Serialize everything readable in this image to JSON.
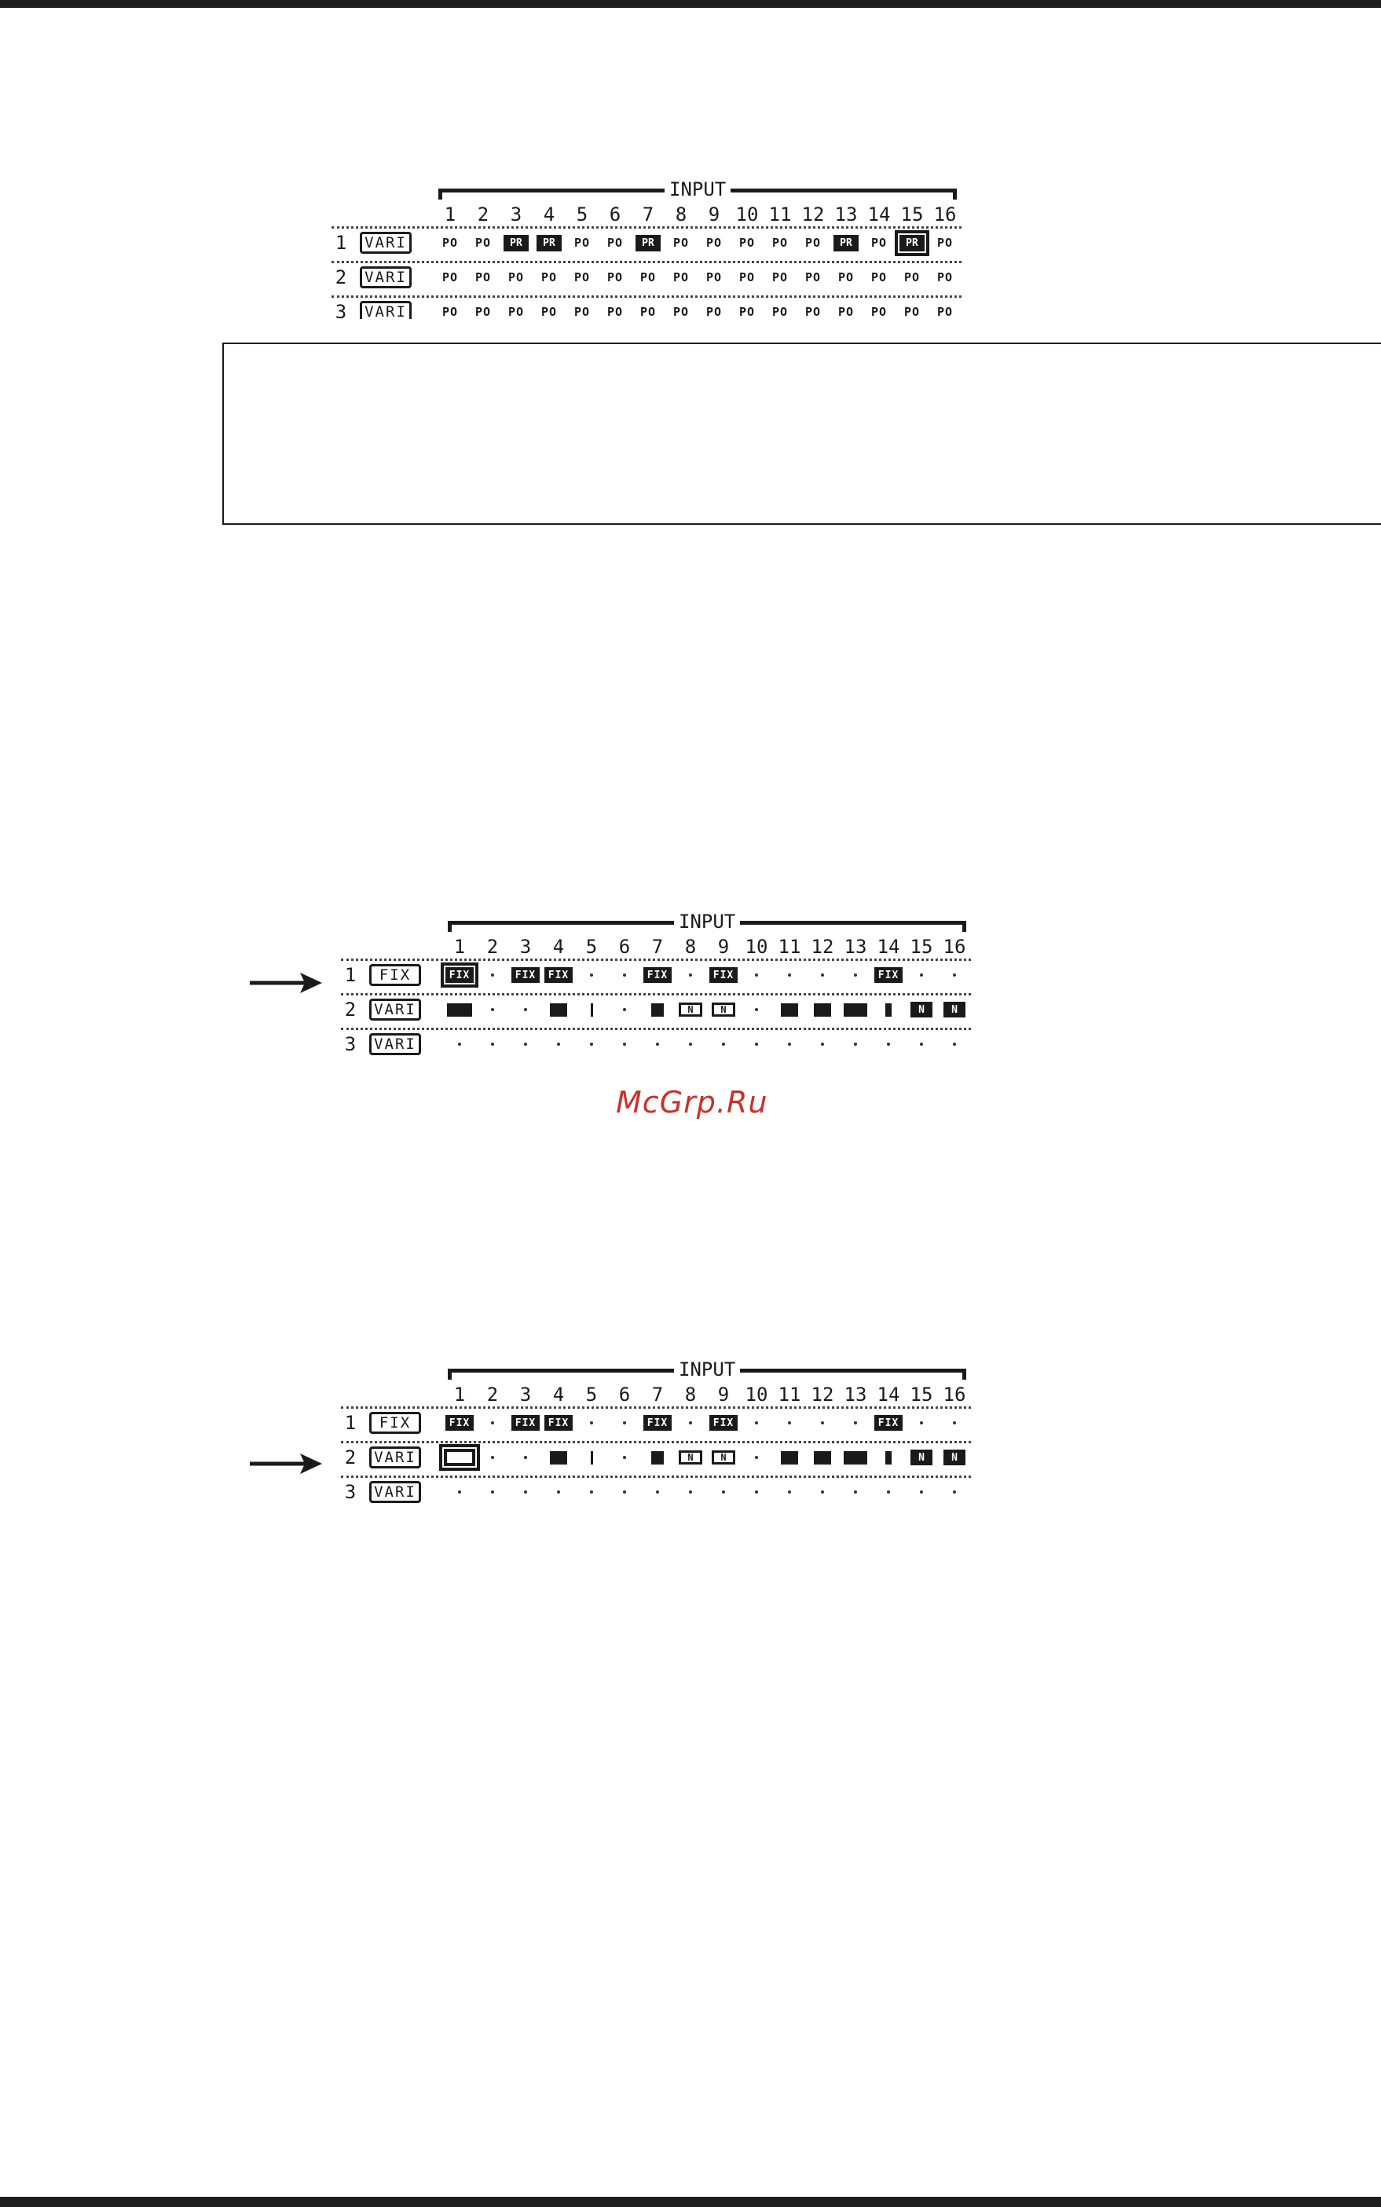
{
  "panels": [
    {
      "input_label": "INPUT",
      "columns": [
        "1",
        "2",
        "3",
        "4",
        "5",
        "6",
        "7",
        "8",
        "9",
        "10",
        "11",
        "12",
        "13",
        "14",
        "15",
        "16"
      ],
      "rows": [
        {
          "num": "1",
          "mode": "VARI",
          "cells": [
            "PO",
            "PO",
            "PR",
            "PR",
            "PO",
            "PO",
            "PR",
            "PO",
            "PO",
            "PO",
            "PO",
            "PO",
            "PR",
            "PO",
            "PR",
            "PO"
          ],
          "selected_col": 15
        },
        {
          "num": "2",
          "mode": "VARI",
          "cells": [
            "PO",
            "PO",
            "PO",
            "PO",
            "PO",
            "PO",
            "PO",
            "PO",
            "PO",
            "PO",
            "PO",
            "PO",
            "PO",
            "PO",
            "PO",
            "PO"
          ]
        },
        {
          "num": "3",
          "mode": "VARI",
          "cells": [
            "PO",
            "PO",
            "PO",
            "PO",
            "PO",
            "PO",
            "PO",
            "PO",
            "PO",
            "PO",
            "PO",
            "PO",
            "PO",
            "PO",
            "PO",
            "PO"
          ]
        }
      ]
    },
    {
      "input_label": "INPUT",
      "columns": [
        "1",
        "2",
        "3",
        "4",
        "5",
        "6",
        "7",
        "8",
        "9",
        "10",
        "11",
        "12",
        "13",
        "14",
        "15",
        "16"
      ],
      "arrow_row": "1",
      "rows": [
        {
          "num": "1",
          "mode": "FIX",
          "cells": [
            "FIX",
            "·",
            "FIX",
            "FIX",
            "·",
            "·",
            "FIX",
            "·",
            "FIX",
            "·",
            "·",
            "·",
            "·",
            "FIX",
            "·",
            "·"
          ],
          "selected_col": 1
        },
        {
          "num": "2",
          "mode": "VARI",
          "cells": [
            "bar6",
            "·",
            "·",
            "bar4",
            "bar1",
            "·",
            "bar3",
            "N",
            "N",
            "·",
            "bar4",
            "bar4",
            "bar5",
            "bar2",
            "N",
            "N"
          ]
        },
        {
          "num": "3",
          "mode": "VARI",
          "cells": [
            "·",
            "·",
            "·",
            "·",
            "·",
            "·",
            "·",
            "·",
            "·",
            "·",
            "·",
            "·",
            "·",
            "·",
            "·",
            "·"
          ]
        }
      ]
    },
    {
      "input_label": "INPUT",
      "columns": [
        "1",
        "2",
        "3",
        "4",
        "5",
        "6",
        "7",
        "8",
        "9",
        "10",
        "11",
        "12",
        "13",
        "14",
        "15",
        "16"
      ],
      "arrow_row": "2",
      "rows": [
        {
          "num": "1",
          "mode": "FIX",
          "cells": [
            "FIX",
            "·",
            "FIX",
            "FIX",
            "·",
            "·",
            "FIX",
            "·",
            "FIX",
            "·",
            "·",
            "·",
            "·",
            "FIX",
            "·",
            "·"
          ]
        },
        {
          "num": "2",
          "mode": "VARI",
          "cells": [
            "wide",
            "·",
            "·",
            "bar4",
            "bar1",
            "·",
            "bar3",
            "N",
            "N",
            "·",
            "bar4",
            "bar4",
            "bar5",
            "bar2",
            "N",
            "N"
          ],
          "selected_col": 1
        },
        {
          "num": "3",
          "mode": "VARI",
          "cells": [
            "·",
            "·",
            "·",
            "·",
            "·",
            "·",
            "·",
            "·",
            "·",
            "·",
            "·",
            "·",
            "·",
            "·",
            "·",
            "·"
          ]
        }
      ]
    }
  ],
  "watermark": "McGrp.Ru",
  "colors": {
    "ink": "#1a1a1a",
    "watermark": "#c8322d",
    "background": "#ffffff"
  }
}
